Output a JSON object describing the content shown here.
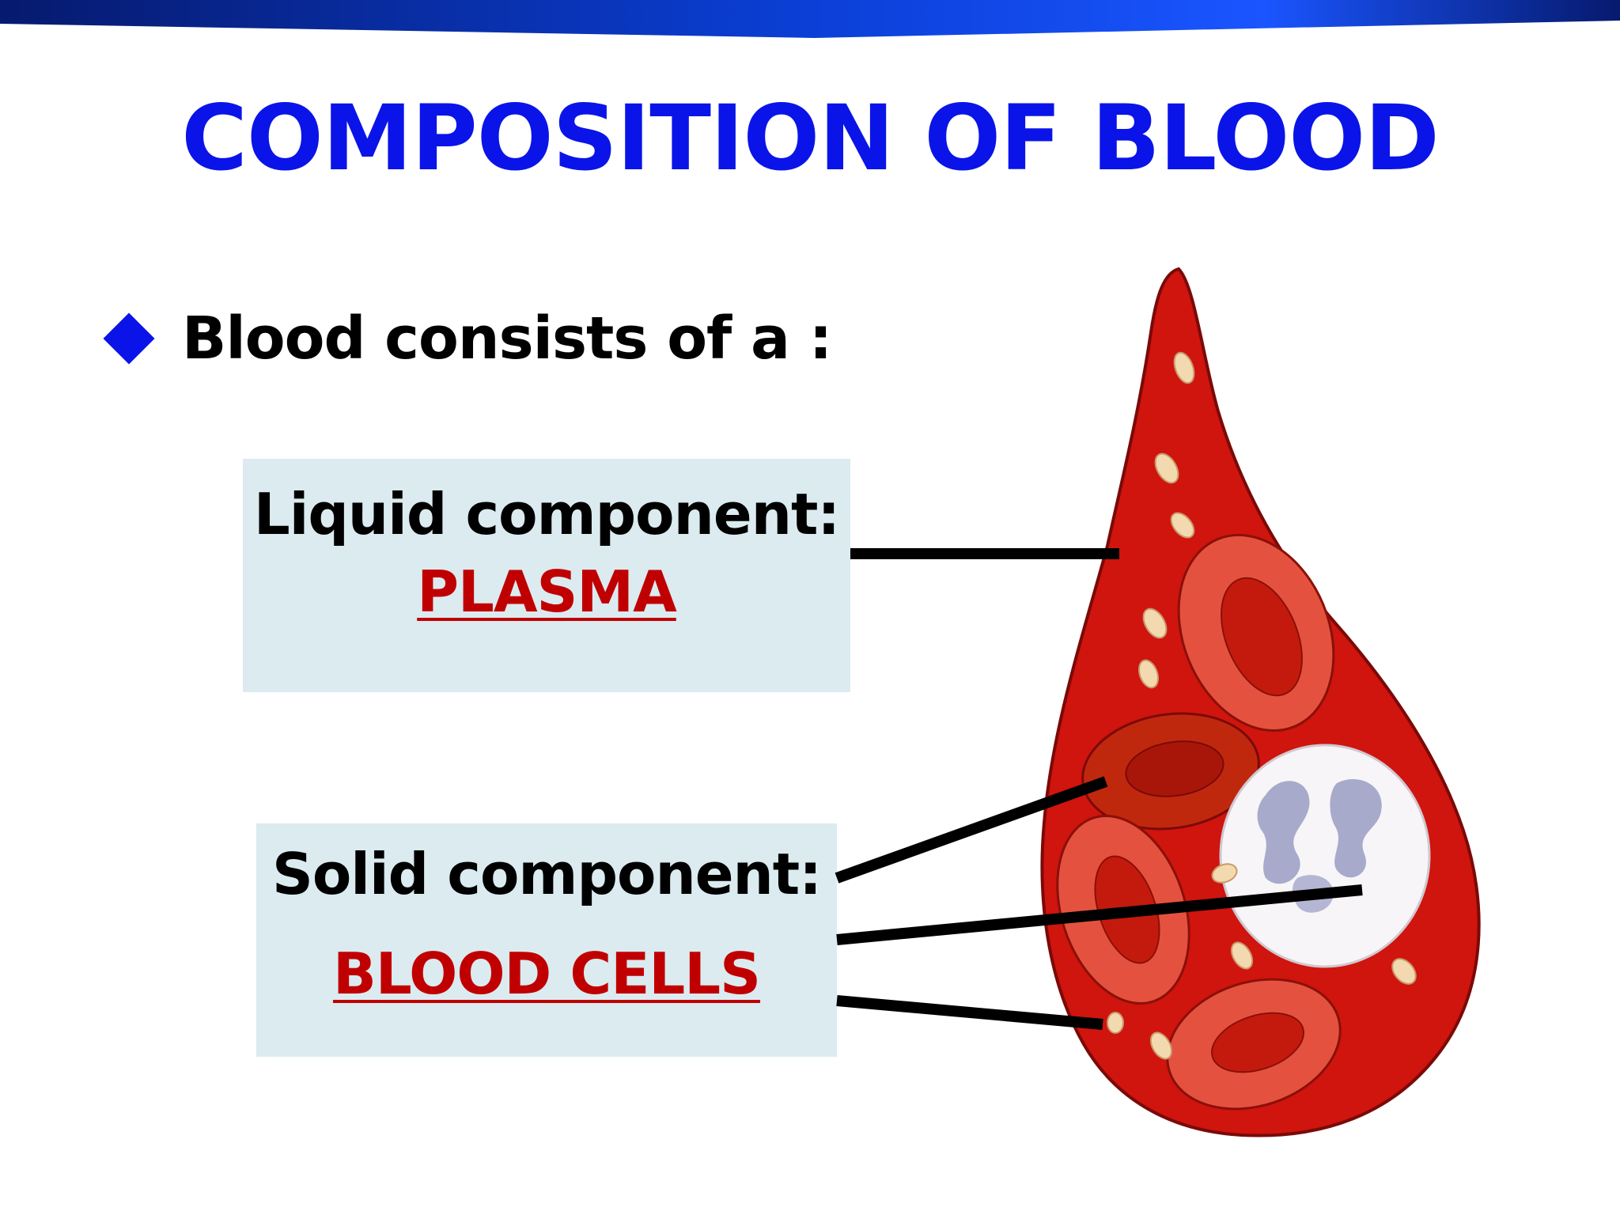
{
  "slide": {
    "title": "COMPOSITION OF BLOOD",
    "bullet": "Blood consists of a :"
  },
  "liquid": {
    "heading": "Liquid component:",
    "term": "PLASMA"
  },
  "solid": {
    "heading": "Solid component:",
    "term": "BLOOD CELLS"
  },
  "colors": {
    "title": "#0a14e8",
    "term": "#c00000",
    "box": "#dbebf0",
    "blood": "#d0140e",
    "top_bar": "#0a2a9a"
  }
}
